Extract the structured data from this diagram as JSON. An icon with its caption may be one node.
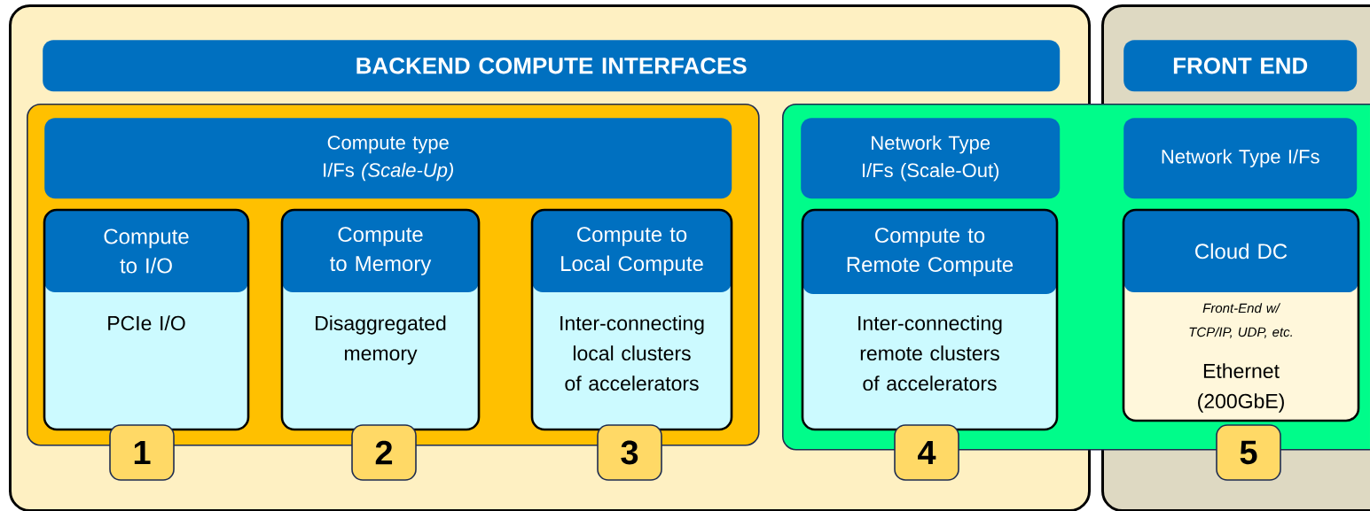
{
  "diagram": {
    "nodes": [
      {
        "text": [],
        "shape": "box"
      },
      {
        "text": [
          "BACKEND COMPUTE INTERFACES"
        ],
        "in": 0
      },
      {
        "text": [],
        "shape": "box",
        "in": 0
      },
      {
        "text": [
          "Compute type I/Fs *(Scale-Up)*"
        ],
        "in": 2
      },
      {
        "text": [
          "Compute to I/O",
          "PCIe I/O"
        ],
        "in": 2
      },
      {
        "text": [
          "Compute to Memory",
          "Disaggregated memory"
        ],
        "in": 2
      },
      {
        "text": [
          "Compute to Local Compute",
          "Inter-connecting local clusters of accelerators"
        ],
        "in": 2
      },
      {
        "text": [
          "1"
        ],
        "in": 0
      },
      {
        "text": [
          "2"
        ],
        "in": 0
      },
      {
        "text": [
          "3"
        ],
        "in": 0
      },
      {
        "text": [],
        "shape": "box"
      },
      {
        "text": [
          "FRONT END"
        ],
        "in": 10
      },
      {
        "text": [],
        "shape": "box"
      },
      {
        "text": [
          "Network Type I/Fs (Scale-Out)"
        ]
      },
      {
        "text": [
          "Network Type I/Fs"
        ]
      },
      {
        "text": [
          "Compute to Remote Compute",
          "Inter-connecting remote clusters of accelerators"
        ]
      },
      {
        "text": [
          "Cloud DC",
          "Front-End w/ TCP/IP, UDP, etc.",
          "Ethernet (200GbE)"
        ]
      },
      {
        "text": [
          "4"
        ],
        "in": 0
      },
      {
        "text": [
          "5"
        ],
        "in": 10
      }
    ]
  }
}
